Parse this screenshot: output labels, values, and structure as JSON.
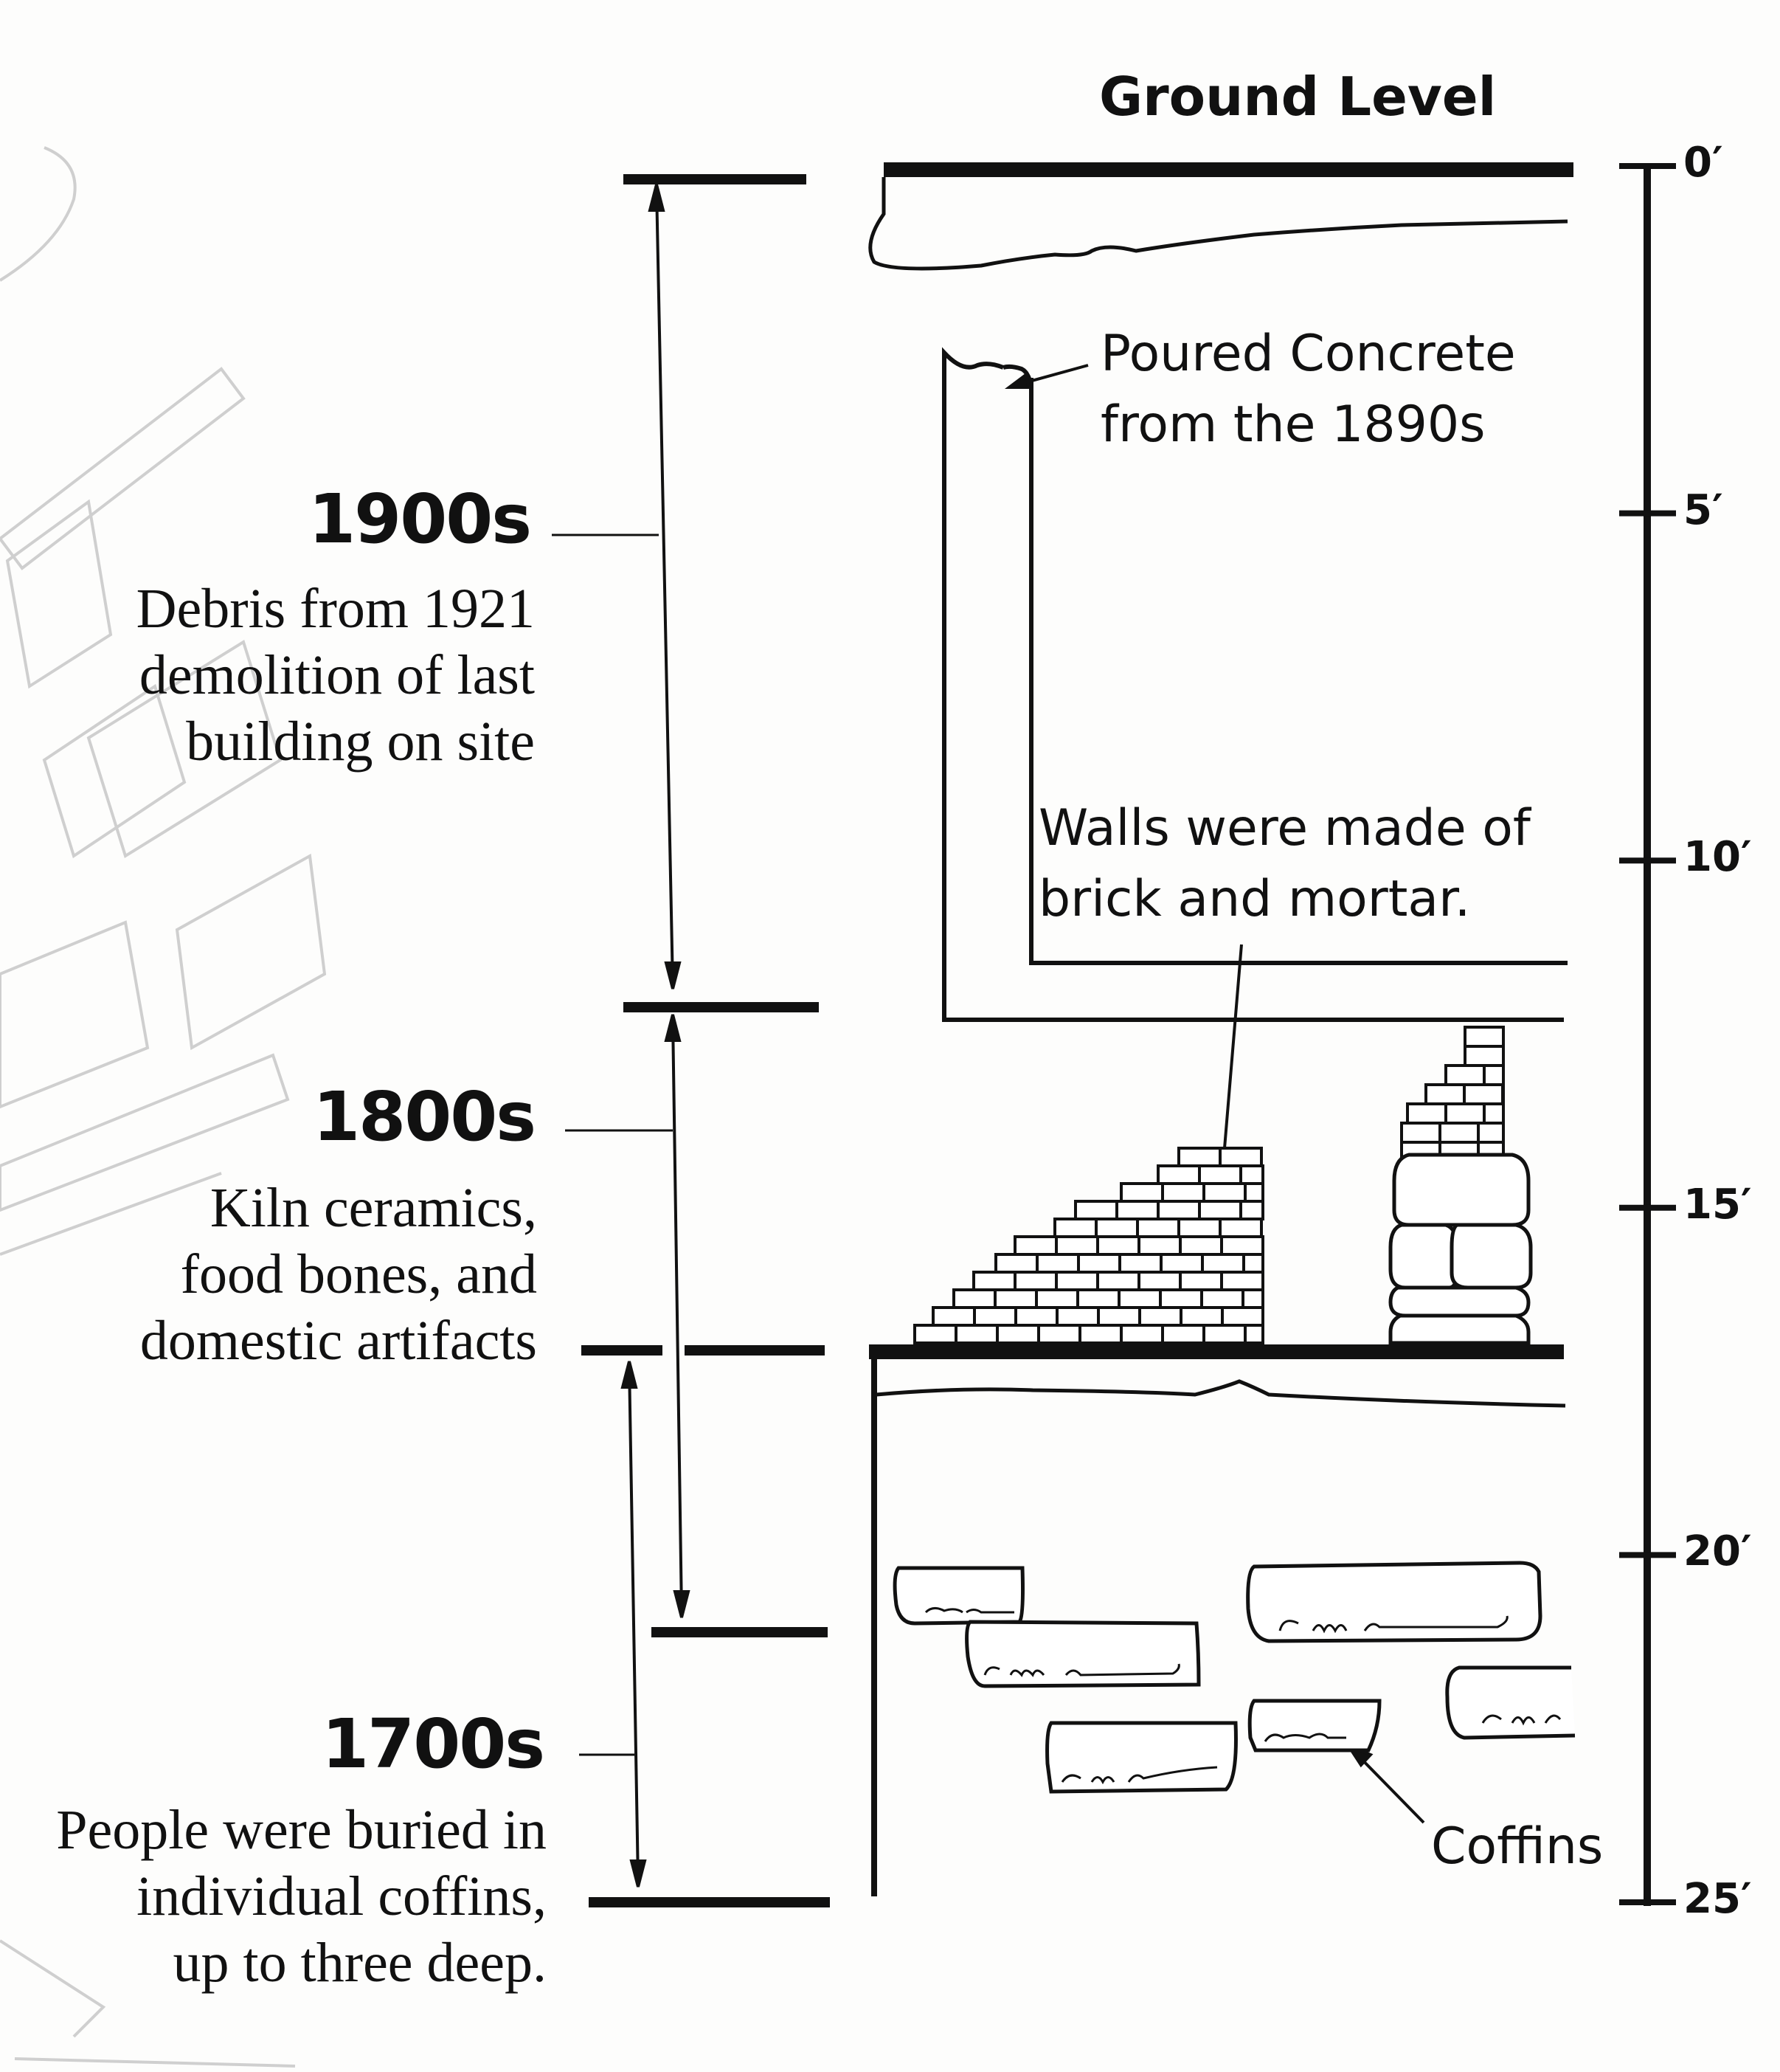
{
  "ground_label": "Ground Level",
  "scale": {
    "unit": "feet",
    "ticks": [
      {
        "depth": 0,
        "label": "0′"
      },
      {
        "depth": 5,
        "label": "5′"
      },
      {
        "depth": 10,
        "label": "10′"
      },
      {
        "depth": 15,
        "label": "15′"
      },
      {
        "depth": 20,
        "label": "20′"
      },
      {
        "depth": 25,
        "label": "25′"
      }
    ]
  },
  "eras": [
    {
      "title": "1900s",
      "lines": [
        "Debris from 1921",
        "demolition of last",
        "building on site"
      ]
    },
    {
      "title": "1800s",
      "lines": [
        "Kiln ceramics,",
        "food bones, and",
        "domestic artifacts"
      ]
    },
    {
      "title": "1700s",
      "lines": [
        "People were buried in",
        "individual coffins,",
        "up to three deep."
      ]
    }
  ],
  "callouts": {
    "concrete": [
      "Poured Concrete",
      "from the 1890s"
    ],
    "walls": [
      "Walls were made of",
      "brick and mortar."
    ],
    "coffins": "Coffins"
  },
  "colors": {
    "ink": "#111111",
    "paper": "#fdfdfc",
    "map_lines": "#c9c9c9"
  }
}
